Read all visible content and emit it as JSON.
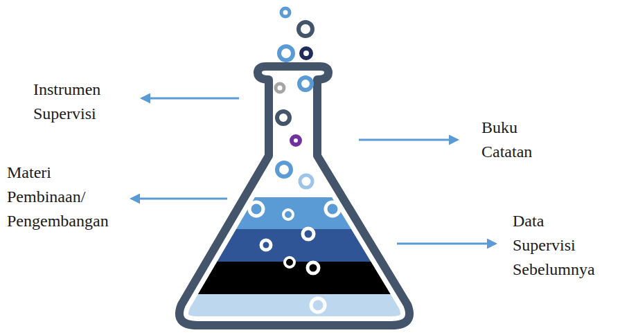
{
  "diagram": {
    "labels": [
      "Instrumen Supervisi",
      "Buku Catatan",
      "Materi Pembinaan/ Pengembangan",
      "Data Supervisi Sebelumnya"
    ]
  }
}
